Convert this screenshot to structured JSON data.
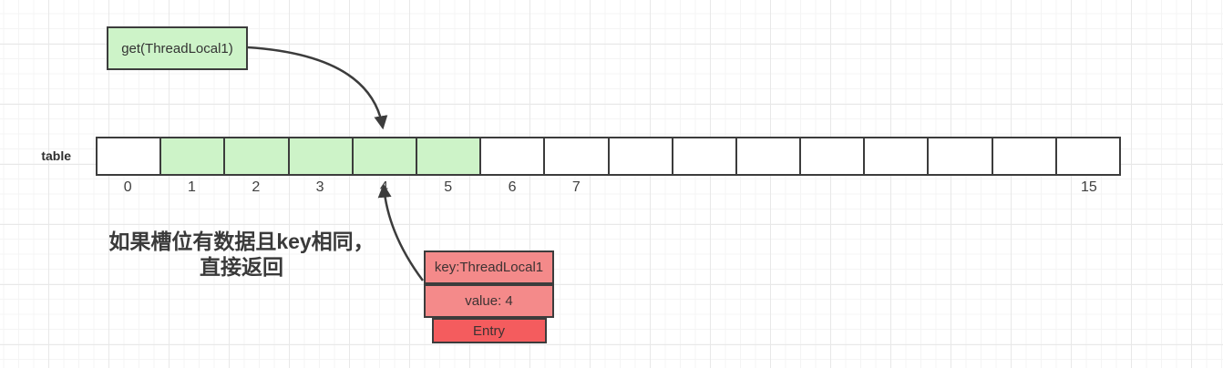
{
  "colors": {
    "slot_filled": "#cdf3c8",
    "entry_light": "#f48a8a",
    "entry_dark": "#f45c5e",
    "stroke": "#3c3c3c"
  },
  "get_box": {
    "label": "get(ThreadLocal1)"
  },
  "table": {
    "name_label": "table",
    "slot_count": 16,
    "filled_slots": [
      1,
      2,
      3,
      4,
      5
    ],
    "labels": [
      "0",
      "1",
      "2",
      "3",
      "4",
      "5",
      "6",
      "7",
      "",
      "",
      "",
      "",
      "",
      "",
      "",
      "15"
    ]
  },
  "annotation": {
    "line1": "如果槽位有数据且key相同，",
    "line2": "直接返回"
  },
  "entry": {
    "key": "key:ThreadLocal1",
    "value": "value: 4",
    "label": "Entry"
  }
}
